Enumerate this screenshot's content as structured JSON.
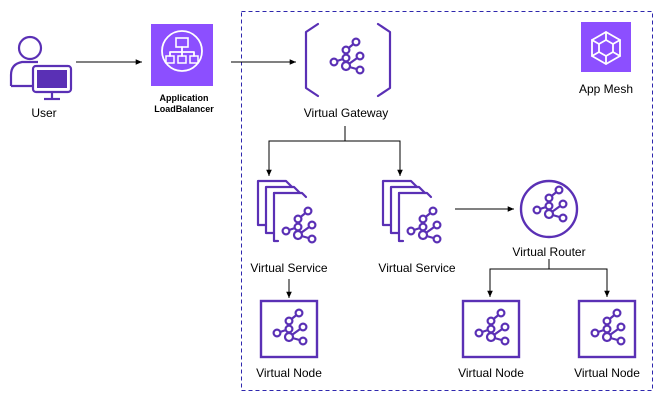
{
  "colors": {
    "accent": "#5A30B5",
    "boundary": "#2E27AD",
    "connector": "#000000"
  },
  "nodes": {
    "user": {
      "label": "User",
      "icon": "user-at-computer-icon"
    },
    "alb": {
      "label_line1": "Application",
      "label_line2": "LoadBalancer",
      "icon": "application-load-balancer-icon"
    },
    "gateway": {
      "label": "Virtual Gateway",
      "icon": "virtual-gateway-icon"
    },
    "app_mesh": {
      "label": "App Mesh",
      "icon": "app-mesh-icon"
    },
    "service_1": {
      "label": "Virtual Service",
      "icon": "virtual-service-icon"
    },
    "service_2": {
      "label": "Virtual Service",
      "icon": "virtual-service-icon"
    },
    "router": {
      "label": "Virtual Router",
      "icon": "virtual-router-icon"
    },
    "node_1": {
      "label": "Virtual Node",
      "icon": "virtual-node-icon"
    },
    "node_2": {
      "label": "Virtual Node",
      "icon": "virtual-node-icon"
    },
    "node_3": {
      "label": "Virtual Node",
      "icon": "virtual-node-icon"
    }
  },
  "edges": [
    {
      "from": "user",
      "to": "alb"
    },
    {
      "from": "alb",
      "to": "gateway"
    },
    {
      "from": "gateway",
      "to": "service_1"
    },
    {
      "from": "gateway",
      "to": "service_2"
    },
    {
      "from": "service_2",
      "to": "router"
    },
    {
      "from": "service_1",
      "to": "node_1"
    },
    {
      "from": "router",
      "to": "node_2"
    },
    {
      "from": "router",
      "to": "node_3"
    }
  ]
}
